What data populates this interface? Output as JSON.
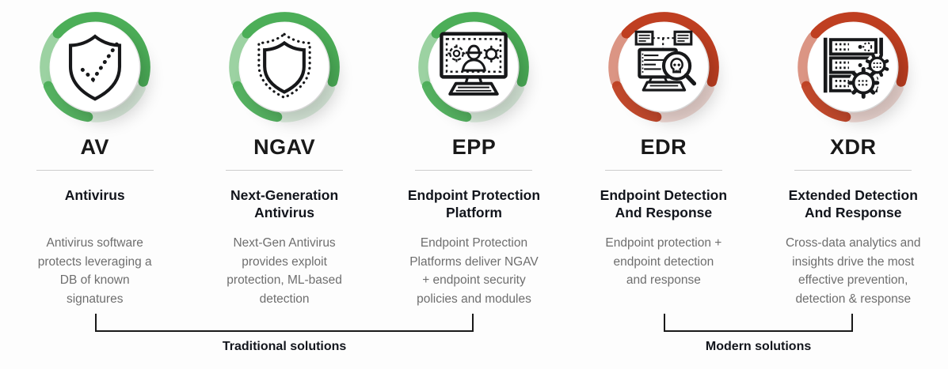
{
  "colors": {
    "green": "#4cae58",
    "red": "#bf3f21",
    "icon_line": "#17181a",
    "heading": "#191919",
    "name": "#12151c",
    "description": "#6e6e6e",
    "divider": "#cdcdcd",
    "bracket": "#191919",
    "background": "#fdfdfd"
  },
  "cards": [
    {
      "acronym": "AV",
      "name_lines": [
        "Antivirus"
      ],
      "desc_lines": [
        "Antivirus software",
        "protects leveraging a",
        "DB of known",
        "signatures"
      ],
      "icon": "shield-check-icon",
      "ring_color": "green"
    },
    {
      "acronym": "NGAV",
      "name_lines": [
        "Next-Generation",
        "Antivirus"
      ],
      "desc_lines": [
        "Next-Gen Antivirus",
        "provides exploit",
        "protection, ML-based",
        "detection"
      ],
      "icon": "shield-layers-icon",
      "ring_color": "green"
    },
    {
      "acronym": "EPP",
      "name_lines": [
        "Endpoint Protection",
        "Platform"
      ],
      "desc_lines": [
        "Endpoint Protection",
        "Platforms deliver NGAV",
        "+ endpoint security",
        "policies and modules"
      ],
      "icon": "monitor-threat-icon",
      "ring_color": "green"
    },
    {
      "acronym": "EDR",
      "name_lines": [
        "Endpoint Detection",
        "And Response"
      ],
      "desc_lines": [
        "Endpoint protection +",
        "endpoint detection",
        "and response"
      ],
      "icon": "monitor-skull-search-icon",
      "ring_color": "red"
    },
    {
      "acronym": "XDR",
      "name_lines": [
        "Extended Detection",
        "And Response"
      ],
      "desc_lines": [
        "Cross-data analytics and",
        "insights drive the most",
        "effective prevention,",
        "detection & response"
      ],
      "icon": "server-gears-icon",
      "ring_color": "red"
    }
  ],
  "groups": [
    {
      "label": "Traditional solutions",
      "members": [
        "AV",
        "NGAV",
        "EPP"
      ]
    },
    {
      "label": "Modern solutions",
      "members": [
        "EDR",
        "XDR"
      ]
    }
  ]
}
